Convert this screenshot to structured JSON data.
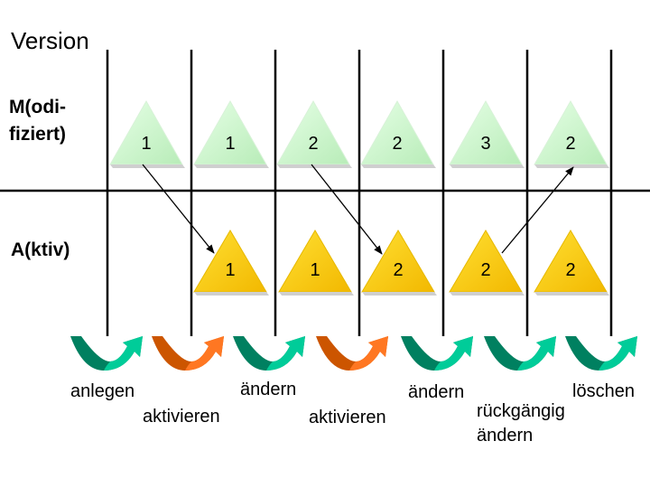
{
  "title": "Version",
  "rows": {
    "modified_label": [
      "M(odi-",
      "fiziert)"
    ],
    "active_label": "A(ktiv)"
  },
  "modified_versions": [
    "1",
    "1",
    "2",
    "2",
    "3",
    "2"
  ],
  "active_versions": [
    "1",
    "1",
    "2",
    "2",
    "2"
  ],
  "actions": [
    {
      "text": "anlegen",
      "style": "teal"
    },
    {
      "text": "aktivieren",
      "style": "orange"
    },
    {
      "text": "ändern",
      "style": "teal"
    },
    {
      "text": "aktivieren",
      "style": "orange"
    },
    {
      "text": "ändern",
      "style": "teal"
    },
    {
      "text": "rückgängig ändern",
      "style": "teal"
    },
    {
      "text": "löschen",
      "style": "teal"
    }
  ],
  "colors": {
    "modified_fill": "#ccf5cc",
    "active_fill": "#ffcc00",
    "teal_dark": "#008060",
    "teal_light": "#00cc99",
    "orange_dark": "#cc5500",
    "orange_light": "#ff7722"
  },
  "icons": [
    "curved-arrow-icon"
  ]
}
